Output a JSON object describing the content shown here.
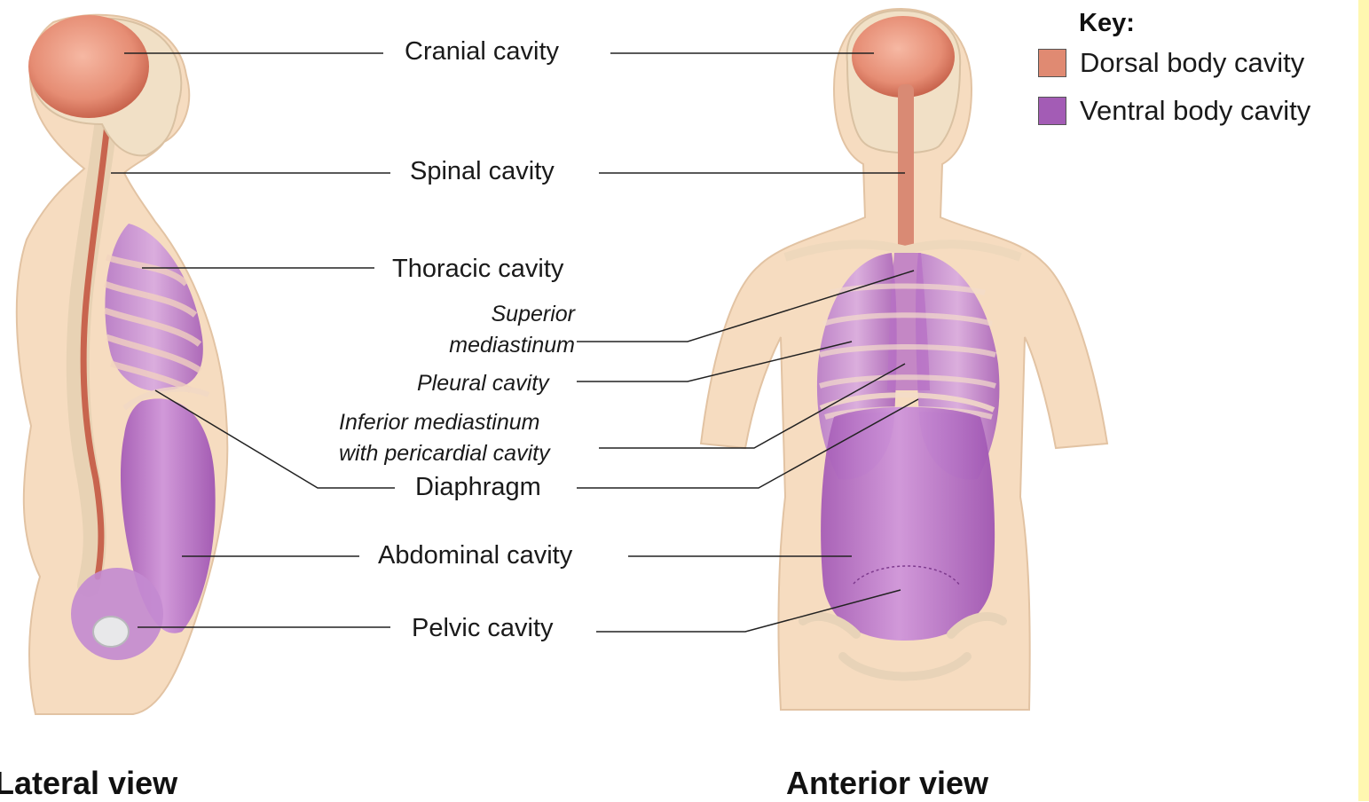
{
  "key": {
    "title": "Key:",
    "items": [
      {
        "label": "Dorsal body cavity",
        "color": "#e08a72"
      },
      {
        "label": "Ventral body cavity",
        "color": "#a35cb5"
      }
    ]
  },
  "labels": {
    "cranial": "Cranial cavity",
    "spinal": "Spinal cavity",
    "thoracic": "Thoracic cavity",
    "superior_1": "Superior",
    "superior_2": "mediastinum",
    "pleural": "Pleural cavity",
    "inferior_1": "Inferior mediastinum",
    "inferior_2": "with pericardial cavity",
    "diaphragm": "Diaphragm",
    "abdominal": "Abdominal cavity",
    "pelvic": "Pelvic cavity"
  },
  "views": {
    "lateral": "Lateral view",
    "anterior": "Anterior view"
  },
  "colors": {
    "skin": "#f6dcc0",
    "bone": "#f0dcc0",
    "dorsal": "#e08a72",
    "ventral": "#a35cb5",
    "spinal_cord": "#c8644e"
  }
}
